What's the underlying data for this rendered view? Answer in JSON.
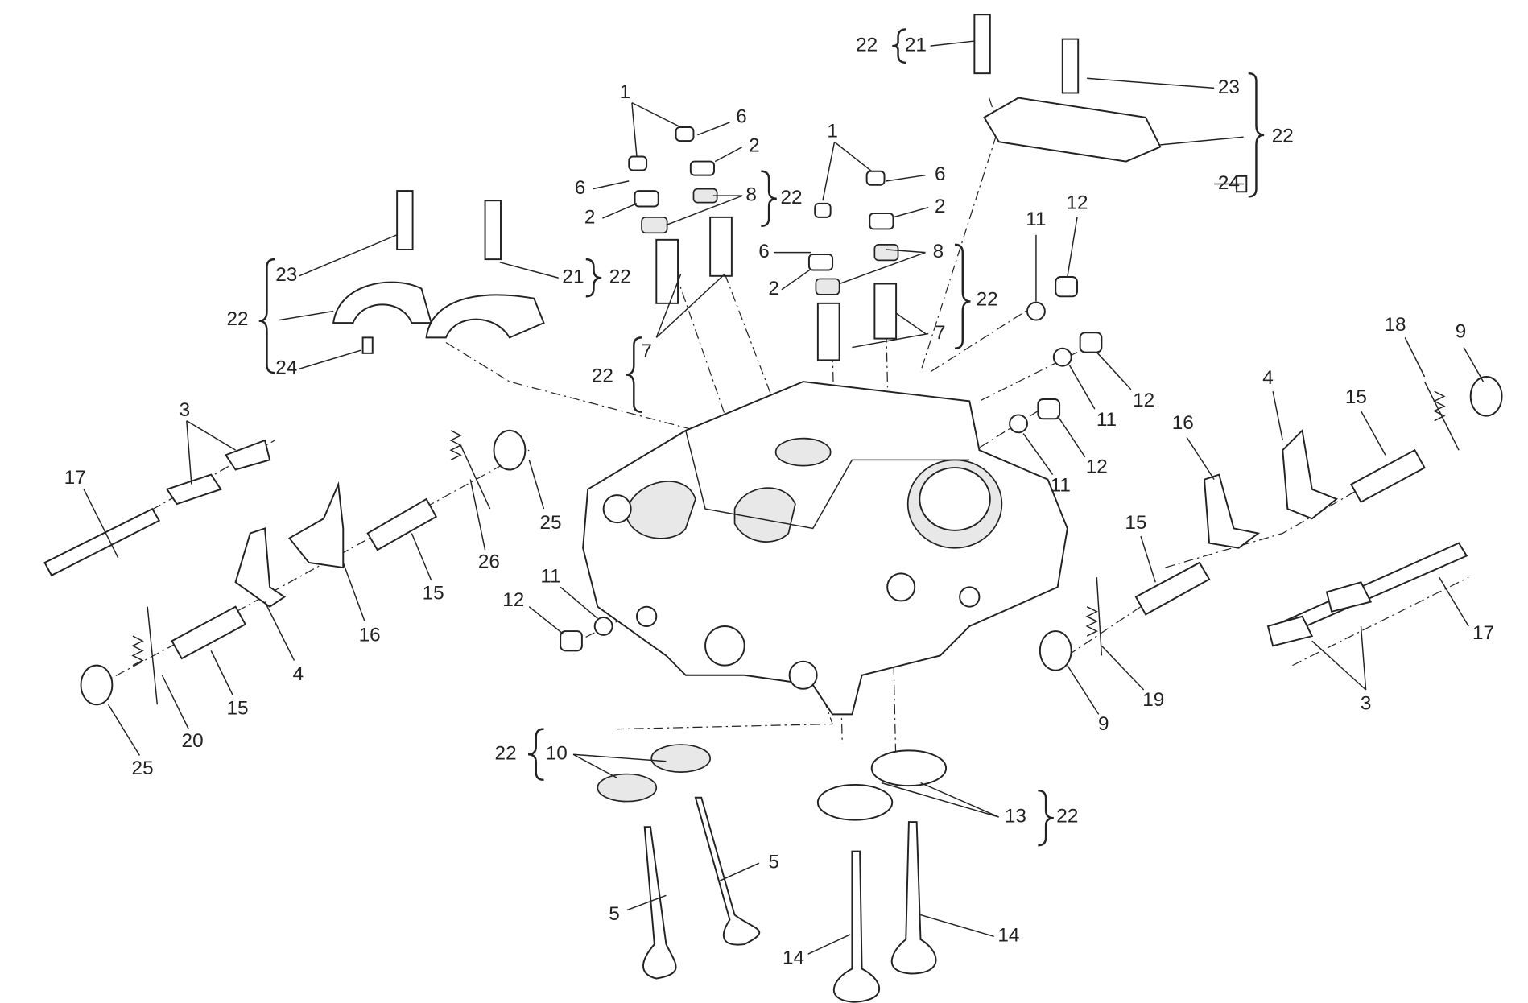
{
  "diagram": {
    "title": "Vertical cylinder head exploded view",
    "callouts": {
      "tr": [
        "22",
        "21",
        "23",
        "22",
        "24"
      ],
      "tl": [
        "23",
        "21",
        "22",
        "22",
        "24"
      ],
      "c1": [
        "1",
        "6",
        "2",
        "6",
        "2",
        "8",
        "22",
        "7",
        "22"
      ],
      "c2": [
        "1",
        "6",
        "2",
        "6",
        "2",
        "8",
        "22",
        "7"
      ],
      "plugs": [
        "11",
        "12",
        "12",
        "11",
        "12",
        "11"
      ],
      "right": [
        "18",
        "9",
        "4",
        "15",
        "16",
        "15",
        "17",
        "3",
        "19",
        "9"
      ],
      "left": [
        "3",
        "17",
        "25",
        "26",
        "15",
        "16",
        "4",
        "15",
        "20",
        "25",
        "11",
        "12"
      ],
      "bottom": [
        "22",
        "10",
        "5",
        "5",
        "13",
        "22",
        "14",
        "14"
      ]
    }
  }
}
